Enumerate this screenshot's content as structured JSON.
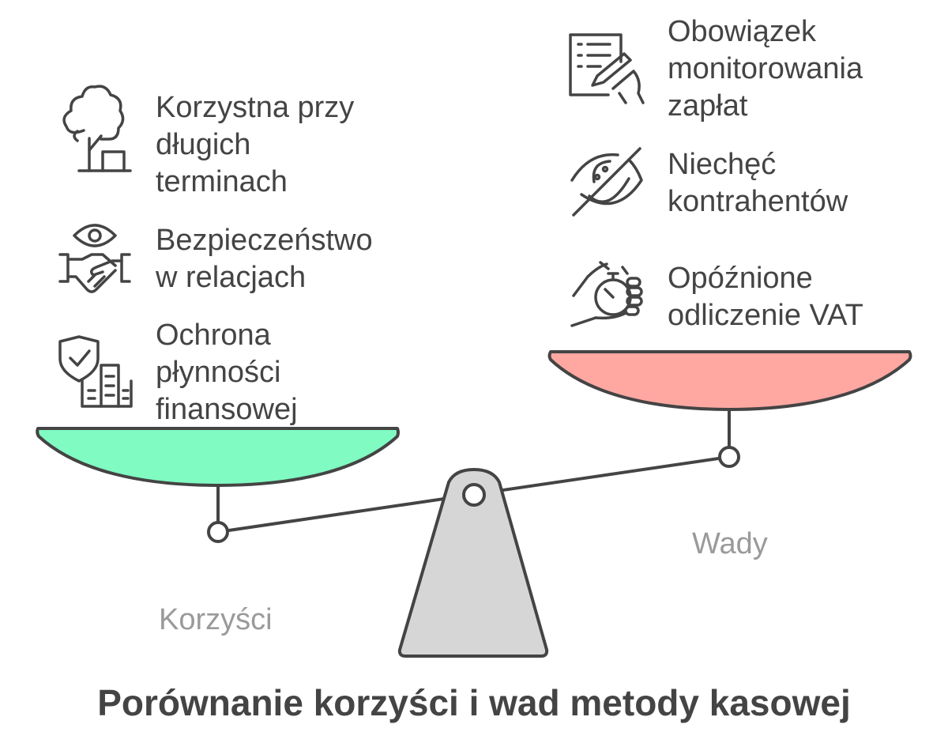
{
  "title": "Porównanie korzyści i wad metody kasowej",
  "colors": {
    "benefits_pan": "#80fbc2",
    "drawbacks_pan": "#ffa8a2",
    "fulcrum": "#d6d6d6",
    "stroke": "#444444",
    "label": "#9a9a9a"
  },
  "benefits": {
    "label": "Korzyści",
    "items": [
      {
        "icon": "tree-icon",
        "lines": [
          "Korzystna przy",
          "długich",
          "terminach"
        ]
      },
      {
        "icon": "handshake-eye-icon",
        "lines": [
          "Bezpieczeństwo",
          "w relacjach"
        ]
      },
      {
        "icon": "shield-building-icon",
        "lines": [
          "Ochrona",
          "płynności",
          "finansowej"
        ]
      }
    ]
  },
  "drawbacks": {
    "label": "Wady",
    "items": [
      {
        "icon": "checklist-pen-icon",
        "lines": [
          "Obowiązek",
          "monitorowania",
          "zapłat"
        ]
      },
      {
        "icon": "eye-slash-icon",
        "lines": [
          "Niechęć",
          "kontrahentów"
        ]
      },
      {
        "icon": "stopwatch-hand-icon",
        "lines": [
          "Opóźnione",
          "odliczenie VAT"
        ]
      }
    ]
  }
}
